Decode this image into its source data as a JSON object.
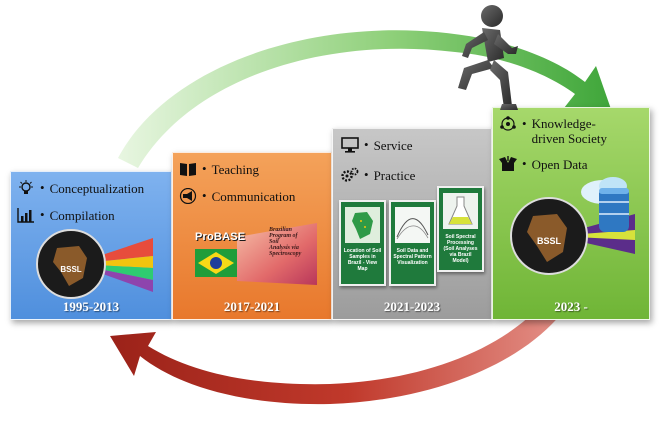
{
  "panels": [
    {
      "period": "1995-2013",
      "items": [
        {
          "label": "Conceptualization",
          "icon": "lightbulb-icon"
        },
        {
          "label": "Compilation",
          "icon": "bar-chart-icon"
        }
      ],
      "logo_text": "BSSL",
      "color": "#5b97e1"
    },
    {
      "period": "2017-2021",
      "items": [
        {
          "label": "Teaching",
          "icon": "book-icon"
        },
        {
          "label": "Communication",
          "icon": "megaphone-icon"
        }
      ],
      "probase_title": "ProBASE",
      "probase_lines": [
        "Brazilian",
        "Program of",
        "Soil",
        "Analysis via",
        "Spectroscopy"
      ],
      "color": "#ee8737"
    },
    {
      "period": "2021-2023",
      "items": [
        {
          "label": "Service",
          "icon": "monitor-icon"
        },
        {
          "label": "Practice",
          "icon": "gears-icon"
        }
      ],
      "cards": [
        {
          "label": "Location of Soil Samples in Brazil - View Map"
        },
        {
          "label": "Soil Data and Spectral Pattern Visualization"
        },
        {
          "label": "Soil Spectral Processing (Soil Analyses via Brazil Model)"
        }
      ],
      "color": "#aaaaaa"
    },
    {
      "period": "2023 -",
      "items": [
        {
          "label": "Knowledge-",
          "label2": "driven Society",
          "icon": "network-people-icon"
        },
        {
          "label": "Open Data",
          "icon": "open-box-icon"
        }
      ],
      "logo_text": "BSSL",
      "color": "#82c44b"
    }
  ],
  "arrows": {
    "top_color": "#7fc96b",
    "bottom_color": "#c0392b"
  }
}
